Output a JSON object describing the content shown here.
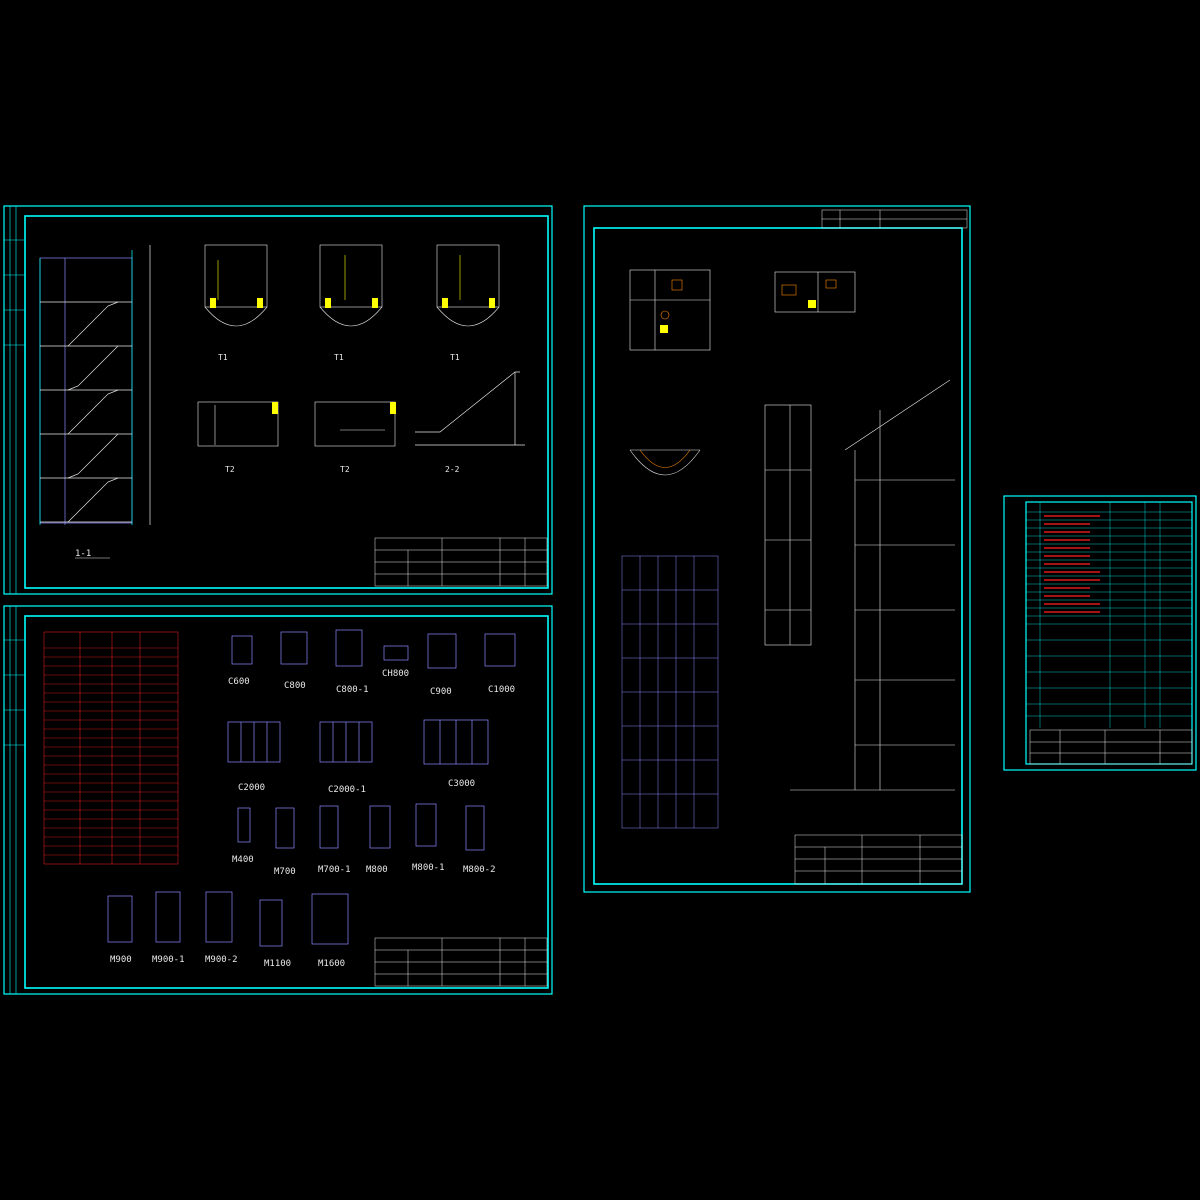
{
  "sheet_a": {
    "door_window_labels": [
      "C600",
      "C800",
      "C800-1",
      "CH800",
      "C900",
      "C1000",
      "C2000",
      "C2000-1",
      "C3000",
      "M400",
      "M700",
      "M700-1",
      "M800",
      "M800-1",
      "M800-2",
      "M900",
      "M900-1",
      "M900-2",
      "M1100",
      "M1600"
    ]
  },
  "sheet_b": {
    "section_label": "1-1",
    "plan_labels": [
      "T1",
      "T1",
      "T1",
      "T2",
      "T2",
      "2-2"
    ]
  },
  "colors": {
    "frame": "#00ffff",
    "line": "#e8e8e8",
    "accent": "#ffff00",
    "orange": "#ff8800",
    "red": "#ff2020"
  }
}
